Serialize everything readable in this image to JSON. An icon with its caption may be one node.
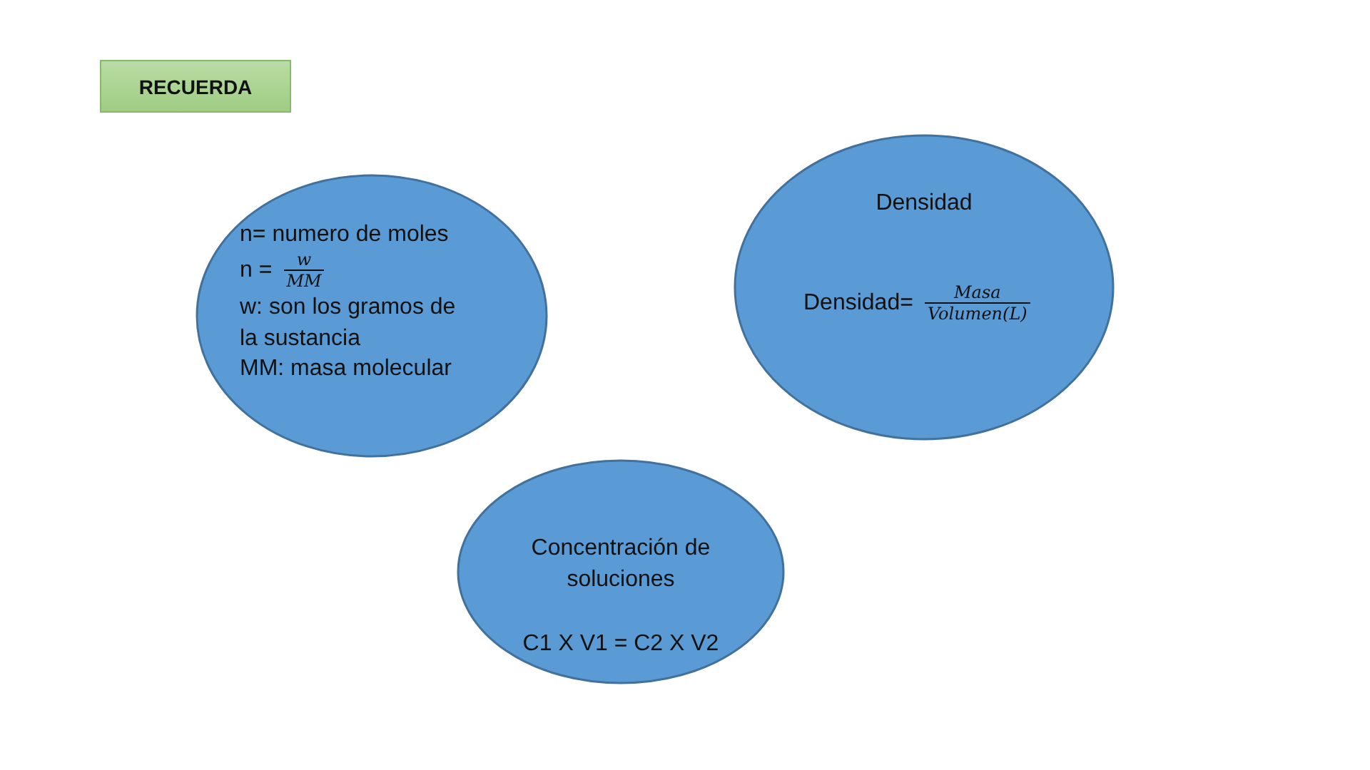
{
  "diagram": {
    "nodes": [
      {
        "text": [
          "RECUERDA"
        ]
      },
      {
        "text": [
          "n= numero de moles",
          "n =",
          "w",
          "MM",
          "w: son los gramos de la sustancia",
          "MM: masa molecular"
        ]
      },
      {
        "text": [
          "Densidad",
          "Densidad=",
          "Masa",
          "Volumen(L)"
        ]
      },
      {
        "text": [
          "Concentración de soluciones",
          "C1 X V1 = C2 X V2"
        ]
      }
    ]
  }
}
